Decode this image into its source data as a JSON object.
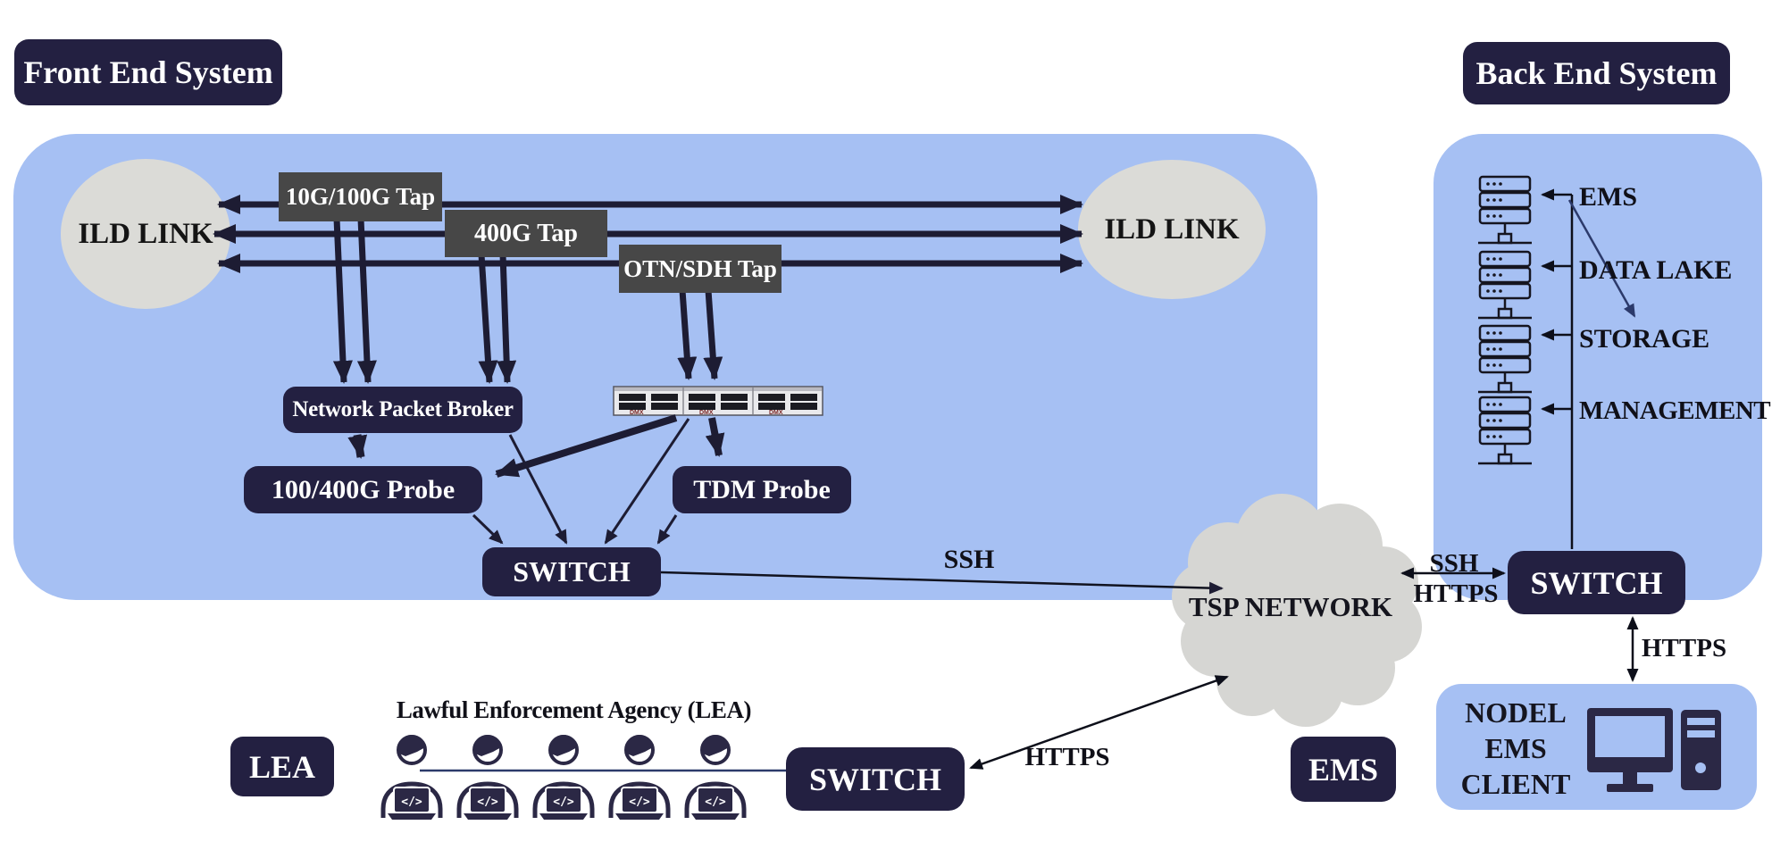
{
  "titles": {
    "front_end": "Front End System",
    "back_end": "Back End System"
  },
  "front_end": {
    "ild_link_left": "ILD LINK",
    "ild_link_right": "ILD LINK",
    "taps": [
      {
        "label": "10G/100G Tap"
      },
      {
        "label": "400G Tap"
      },
      {
        "label": "OTN/SDH Tap"
      }
    ],
    "packet_broker": "Network Packet Broker",
    "device_label": "DMX",
    "probe_100_400": "100/400G Probe",
    "tdm_probe": "TDM Probe",
    "switch": "SWITCH"
  },
  "connections": {
    "ssh_front": "SSH",
    "tsp_cloud": "TSP NETWORK",
    "ssh_back": "SSH",
    "https_back": "HTTPS",
    "https_client": "HTTPS",
    "https_lea": "HTTPS"
  },
  "back_end": {
    "servers": [
      {
        "label": "EMS"
      },
      {
        "label": "DATA LAKE"
      },
      {
        "label": "STORAGE"
      },
      {
        "label": "MANAGEMENT"
      }
    ],
    "switch": "SWITCH",
    "client_lines": {
      "l1": "NODEL",
      "l2": "EMS",
      "l3": "CLIENT"
    },
    "ems_badge": "EMS"
  },
  "lea": {
    "heading": "Lawful Enforcement Agency (LEA)",
    "badge": "LEA",
    "switch": "SWITCH",
    "laptop_code": "</>"
  },
  "colors": {
    "container_blue": "#a6c0f3",
    "badge_navy": "#232041",
    "tap_gray": "#474747",
    "ellipse_gray": "#dbdbd7",
    "cloud_gray": "#d6d6d3",
    "line_navy": "#1d1c33",
    "accent_blue_line": "#2c3a6b"
  }
}
